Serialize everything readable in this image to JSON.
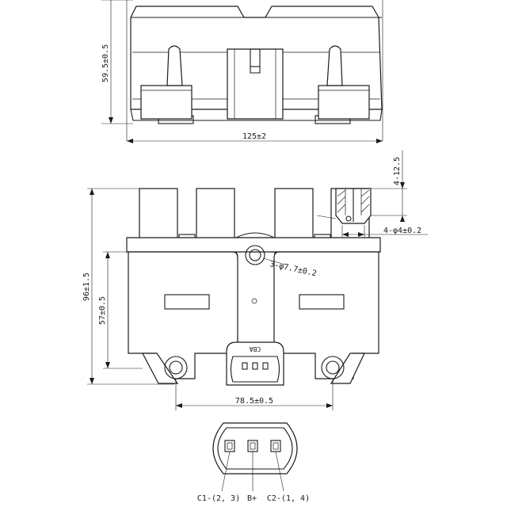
{
  "top_view": {
    "height_dim": "59.5±0.5",
    "width_dim": "125±2"
  },
  "front_view": {
    "overall_height_dim": "96±1.5",
    "body_height_dim": "57±0.5",
    "mount_spacing_dim": "78.5±0.5",
    "hole_dim": "3-φ7.7±0.2",
    "terminal_len_dim": "4-12.5",
    "terminal_dia_dim": "4-φ4±0.2",
    "connector_marking": "CBA"
  },
  "connector_view": {
    "pin_c1": "C1-(2, 3)",
    "pin_bplus": "B+",
    "pin_c2": "C2-(1, 4)"
  }
}
